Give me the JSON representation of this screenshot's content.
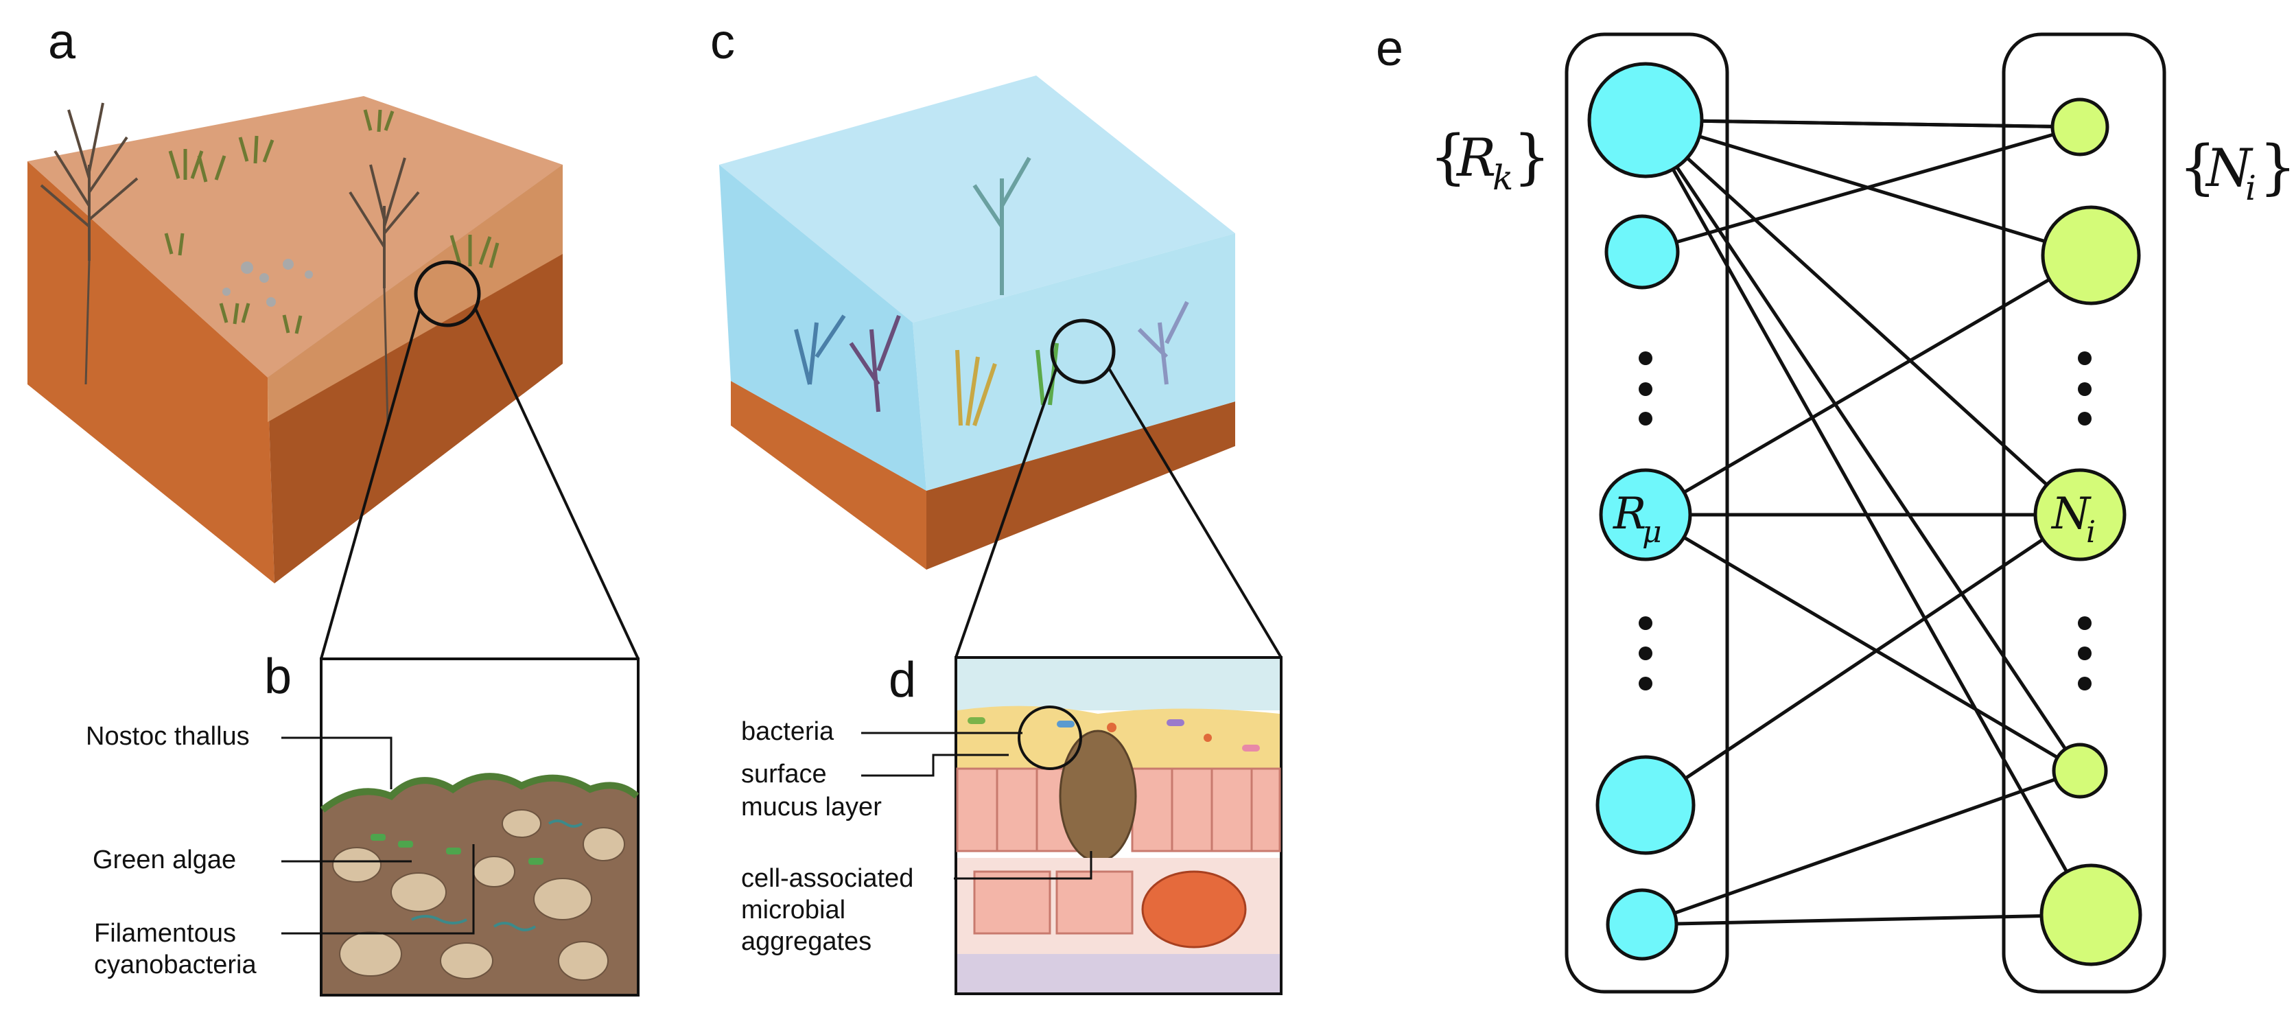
{
  "panels": {
    "a": {
      "label": "a"
    },
    "b": {
      "label": "b",
      "annotations": {
        "nostoc": "Nostoc thallus",
        "green_algae": "Green algae",
        "filamentous_1": "Filamentous",
        "filamentous_2": "cyanobacteria"
      }
    },
    "c": {
      "label": "c"
    },
    "d": {
      "label": "d",
      "annotations": {
        "bacteria": "bacteria",
        "surface_1": "surface",
        "surface_2": "mucus layer",
        "cell_1": "cell-associated",
        "cell_2": "microbial",
        "cell_3": "aggregates"
      }
    },
    "e": {
      "label": "e",
      "resource_set": {
        "open": "{",
        "symbol": "R",
        "subscript": "k",
        "close": "}"
      },
      "consumer_set": {
        "open": "{",
        "symbol": "N",
        "subscript": "i",
        "close": "}"
      },
      "resource_node": {
        "symbol": "R",
        "subscript": "μ"
      },
      "consumer_node": {
        "symbol": "N",
        "subscript": "i"
      }
    }
  },
  "colors": {
    "resource_fill": "#6ff7fb",
    "consumer_fill": "#d4fb78",
    "soil_top": "#dca07a",
    "soil_side": "#c86a30",
    "water": "#a8def0",
    "mucus": "#f4d98a",
    "epithelium": "#f3b5a8",
    "aggregate": "#e56a3c"
  }
}
